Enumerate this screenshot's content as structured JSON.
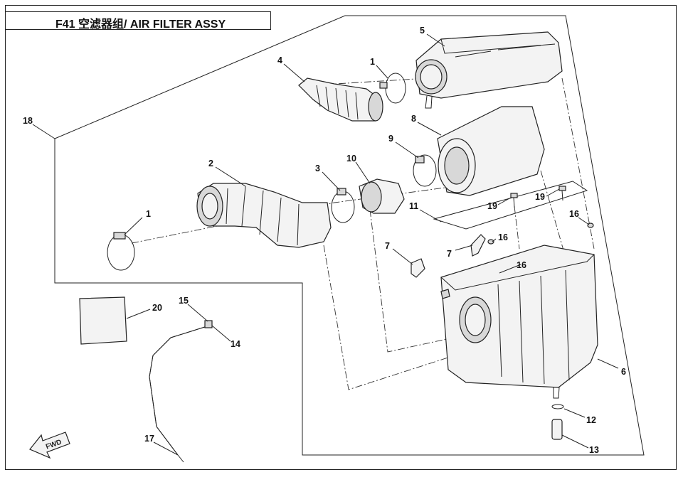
{
  "title": "F41 空滤器组/ AIR FILTER ASSY",
  "direction_label": "FWD",
  "callouts": [
    "1",
    "1",
    "2",
    "3",
    "4",
    "5",
    "6",
    "7",
    "7",
    "8",
    "9",
    "10",
    "11",
    "12",
    "13",
    "14",
    "15",
    "16",
    "16",
    "16",
    "17",
    "18",
    "19",
    "19",
    "20"
  ]
}
